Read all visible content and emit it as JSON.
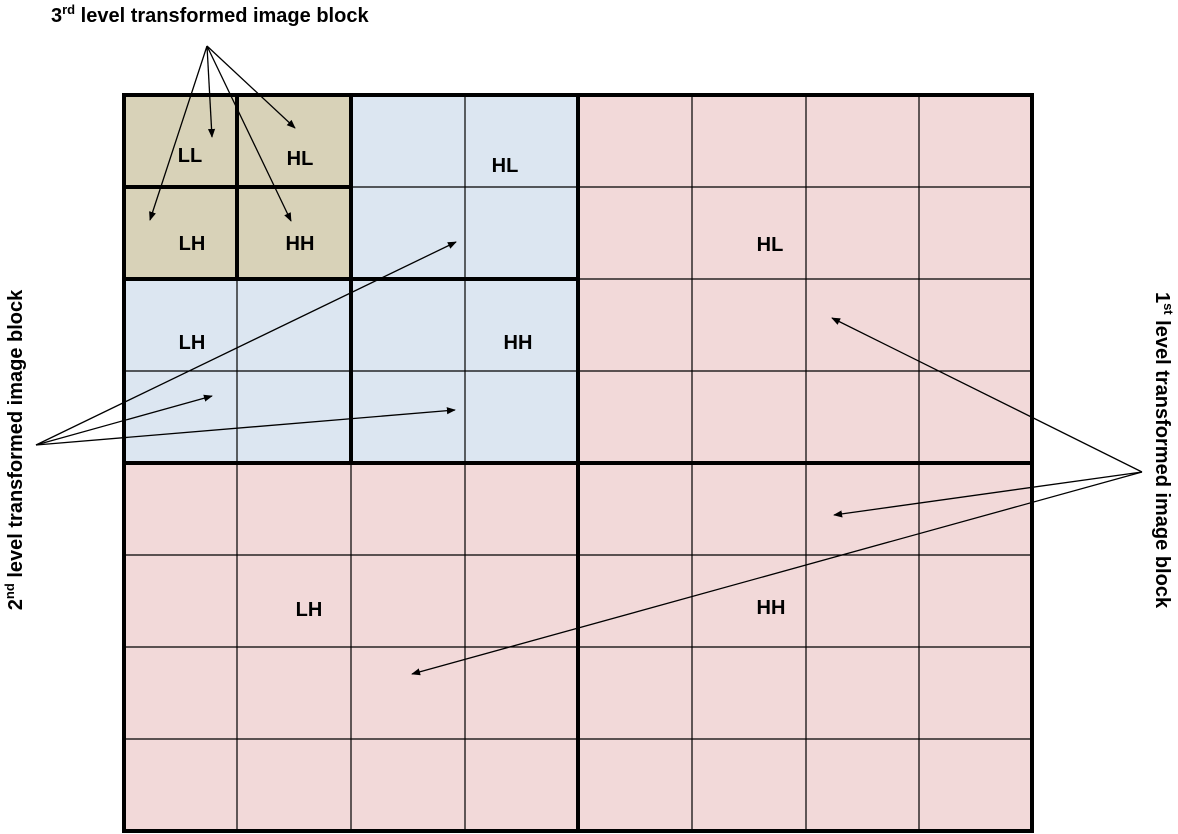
{
  "titles": {
    "level3": {
      "prefix": "3",
      "sup": "rd",
      "rest": " level transformed image block"
    },
    "level2": {
      "prefix": "2",
      "sup": "nd",
      "rest": " level transformed image block"
    },
    "level1": {
      "prefix": "1",
      "sup": "st",
      "rest": " level transformed image block"
    }
  },
  "labels": {
    "l3_ll": "LL",
    "l3_hl": "HL",
    "l3_lh": "LH",
    "l3_hh": "HH",
    "l2_hl": "HL",
    "l2_lh": "LH",
    "l2_hh": "HH",
    "l1_hl": "HL",
    "l1_lh": "LH",
    "l1_hh": "HH"
  },
  "colors": {
    "level1_fill": "#f2d9d9",
    "level2_fill": "#dce6f1",
    "level3_fill": "#d8d2b8",
    "border": "#000000"
  }
}
